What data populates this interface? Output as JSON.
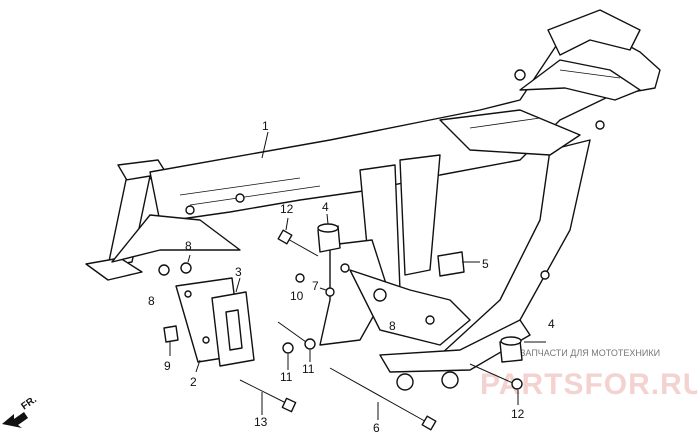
{
  "callouts": {
    "c1": "1",
    "c2": "2",
    "c3": "3",
    "c4a": "4",
    "c4b": "4",
    "c5": "5",
    "c6": "6",
    "c7": "7",
    "c8a": "8",
    "c8b": "8",
    "c8c": "8",
    "c9": "9",
    "c10": "10",
    "c11a": "11",
    "c11b": "11",
    "c12a": "12",
    "c12b": "12",
    "c13": "13"
  },
  "direction_label": "FR.",
  "watermark": {
    "caption": "ЗАПЧАСТИ ДЛЯ МОТОТЕХНИКИ",
    "url": "PARTSFOR.RU"
  }
}
